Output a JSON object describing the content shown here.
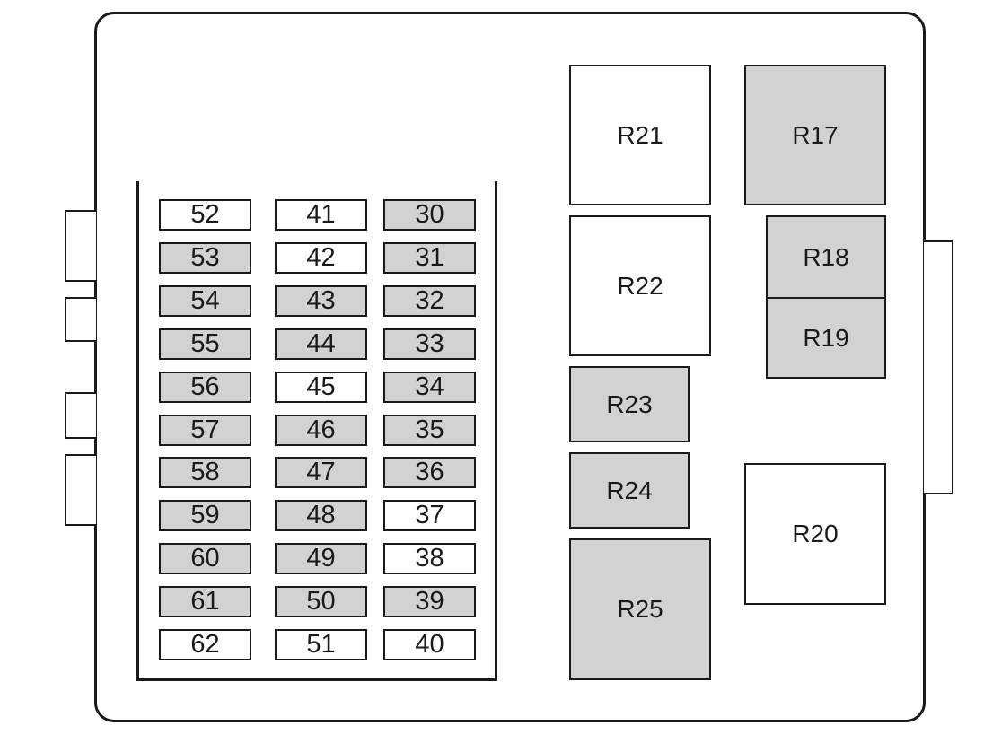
{
  "fuses": [
    {
      "id": "52",
      "shaded": false
    },
    {
      "id": "41",
      "shaded": false
    },
    {
      "id": "30",
      "shaded": true
    },
    {
      "id": "53",
      "shaded": true
    },
    {
      "id": "42",
      "shaded": false
    },
    {
      "id": "31",
      "shaded": true
    },
    {
      "id": "54",
      "shaded": true
    },
    {
      "id": "43",
      "shaded": true
    },
    {
      "id": "32",
      "shaded": true
    },
    {
      "id": "55",
      "shaded": true
    },
    {
      "id": "44",
      "shaded": true
    },
    {
      "id": "33",
      "shaded": true
    },
    {
      "id": "56",
      "shaded": true
    },
    {
      "id": "45",
      "shaded": false
    },
    {
      "id": "34",
      "shaded": true
    },
    {
      "id": "57",
      "shaded": true
    },
    {
      "id": "46",
      "shaded": true
    },
    {
      "id": "35",
      "shaded": true
    },
    {
      "id": "58",
      "shaded": true
    },
    {
      "id": "47",
      "shaded": true
    },
    {
      "id": "36",
      "shaded": true
    },
    {
      "id": "59",
      "shaded": true
    },
    {
      "id": "48",
      "shaded": true
    },
    {
      "id": "37",
      "shaded": false
    },
    {
      "id": "60",
      "shaded": true
    },
    {
      "id": "49",
      "shaded": true
    },
    {
      "id": "38",
      "shaded": false
    },
    {
      "id": "61",
      "shaded": true
    },
    {
      "id": "50",
      "shaded": true
    },
    {
      "id": "39",
      "shaded": true
    },
    {
      "id": "62",
      "shaded": false
    },
    {
      "id": "51",
      "shaded": false
    },
    {
      "id": "40",
      "shaded": false
    }
  ],
  "relays": [
    {
      "id": "R21",
      "shaded": false
    },
    {
      "id": "R17",
      "shaded": true
    },
    {
      "id": "R22",
      "shaded": false
    },
    {
      "id": "R18",
      "shaded": true
    },
    {
      "id": "R19",
      "shaded": true
    },
    {
      "id": "R23",
      "shaded": true
    },
    {
      "id": "R24",
      "shaded": true
    },
    {
      "id": "R20",
      "shaded": false
    },
    {
      "id": "R25",
      "shaded": true
    }
  ],
  "colors": {
    "shaded": "#d2d2d2",
    "unshaded": "#ffffff",
    "outline": "#1a1a1a"
  }
}
